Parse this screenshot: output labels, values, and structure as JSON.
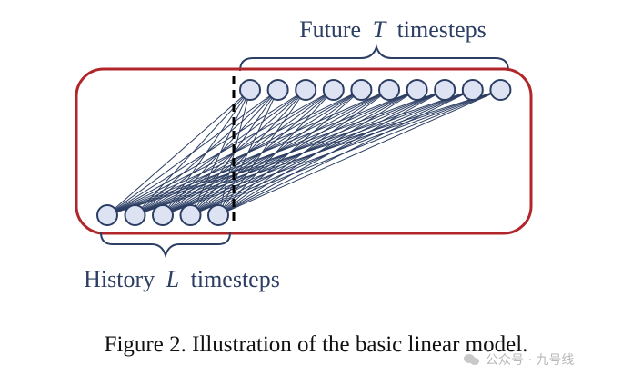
{
  "diagram": {
    "future_label": {
      "prefix": "Future",
      "var": "T",
      "suffix": "timesteps"
    },
    "history_label": {
      "prefix": "History",
      "var": "L",
      "suffix": "timesteps"
    },
    "history_node_count": 5,
    "future_node_count": 10
  },
  "caption": "Figure 2. Illustration of the basic linear model.",
  "watermark": "公众号 · 九号线",
  "colors": {
    "frame": "#b0262a",
    "node_fill": "#dde3f3",
    "node_stroke": "#2c3e63",
    "edge": "#2c3e63",
    "text": "#2c3e63",
    "divider": "#000000"
  },
  "icons": {
    "watermark": "wechat-icon"
  }
}
